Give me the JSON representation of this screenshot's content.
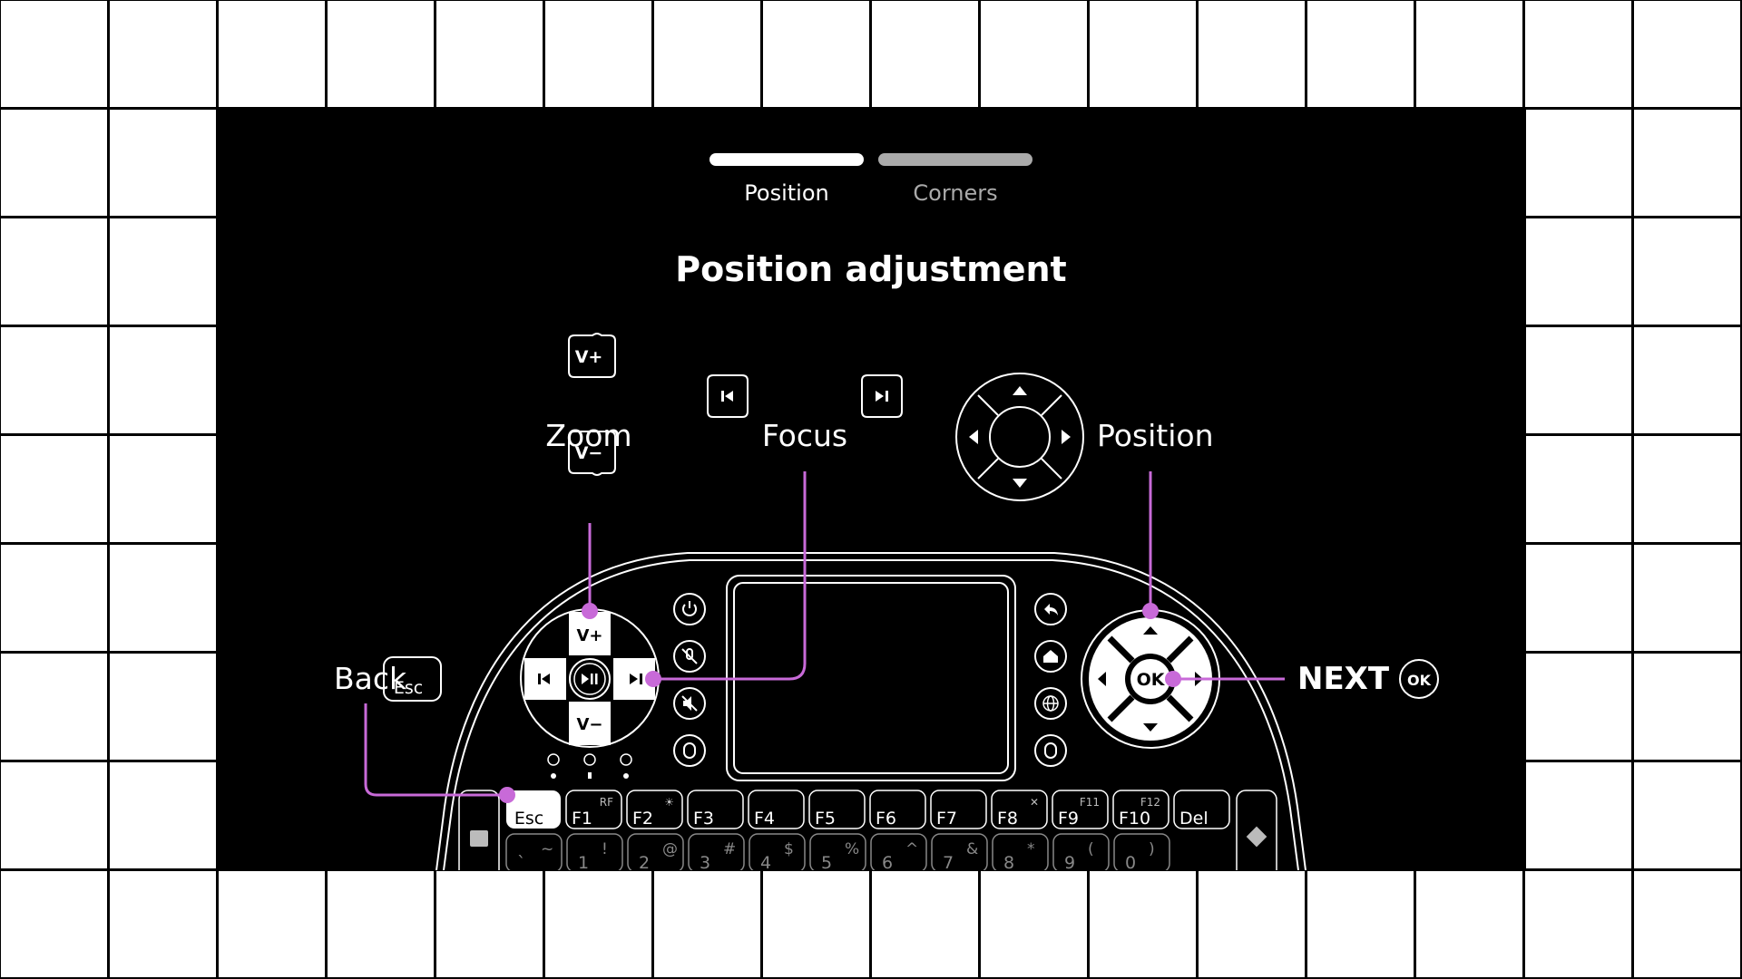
{
  "steps": [
    {
      "label": "Position",
      "active": true
    },
    {
      "label": "Corners",
      "active": false
    }
  ],
  "title": "Position adjustment",
  "zoom": {
    "label": "Zoom",
    "plus_key": "V+",
    "minus_key": "V−"
  },
  "focus": {
    "label": "Focus"
  },
  "position": {
    "label": "Position"
  },
  "back": {
    "label": "Back",
    "key": "Esc"
  },
  "next": {
    "label": "NEXT",
    "key": "OK"
  },
  "remote": {
    "dpad_up": "V+",
    "dpad_down": "V−",
    "ok_key": "OK",
    "esc_key": "Esc",
    "fn_keys": [
      {
        "label": "F1",
        "sub": "RF"
      },
      {
        "label": "F2",
        "sub": "☀"
      },
      {
        "label": "F3",
        "sub": ""
      },
      {
        "label": "F4",
        "sub": ""
      },
      {
        "label": "F5",
        "sub": ""
      },
      {
        "label": "F6",
        "sub": ""
      },
      {
        "label": "F7",
        "sub": ""
      },
      {
        "label": "F8",
        "sub": "✕"
      },
      {
        "label": "F9",
        "sub": "F11"
      },
      {
        "label": "F10",
        "sub": "F12"
      },
      {
        "label": "Del",
        "sub": ""
      }
    ],
    "num_keys": [
      {
        "label": "`",
        "sub": "~"
      },
      {
        "label": "1",
        "sub": "!"
      },
      {
        "label": "2",
        "sub": "@"
      },
      {
        "label": "3",
        "sub": "#"
      },
      {
        "label": "4",
        "sub": "$"
      },
      {
        "label": "5",
        "sub": "%"
      },
      {
        "label": "6",
        "sub": "^"
      },
      {
        "label": "7",
        "sub": "&"
      },
      {
        "label": "8",
        "sub": "*"
      },
      {
        "label": "9",
        "sub": "("
      },
      {
        "label": "0",
        "sub": ")"
      }
    ]
  },
  "colors": {
    "background": "#000000",
    "text": "#ffffff",
    "accent": "#c86ad8",
    "step_inactive": "#aaaaaa",
    "grid": "#000000"
  }
}
